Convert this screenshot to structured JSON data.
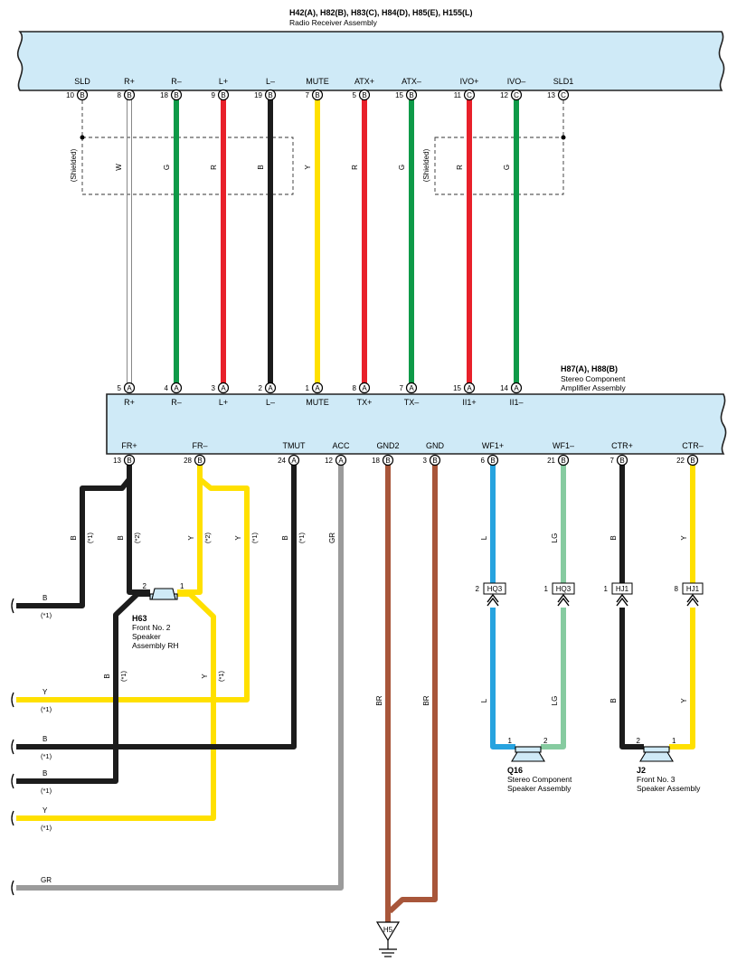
{
  "radio": {
    "title": "H42(A), H82(B), H83(C), H84(D), H85(E), H155(L)",
    "subtitle": "Radio Receiver Assembly",
    "terms": [
      {
        "label": "SLD",
        "pin": "10",
        "conn": "B"
      },
      {
        "label": "R+",
        "pin": "8",
        "conn": "B"
      },
      {
        "label": "R–",
        "pin": "18",
        "conn": "B"
      },
      {
        "label": "L+",
        "pin": "9",
        "conn": "B"
      },
      {
        "label": "L–",
        "pin": "19",
        "conn": "B"
      },
      {
        "label": "MUTE",
        "pin": "7",
        "conn": "B"
      },
      {
        "label": "ATX+",
        "pin": "5",
        "conn": "B"
      },
      {
        "label": "ATX–",
        "pin": "15",
        "conn": "B"
      },
      {
        "label": "IVO+",
        "pin": "11",
        "conn": "C"
      },
      {
        "label": "IVO–",
        "pin": "12",
        "conn": "C"
      },
      {
        "label": "SLD1",
        "pin": "13",
        "conn": "C"
      }
    ]
  },
  "amp": {
    "title": "H87(A), H88(B)",
    "subtitle1": "Stereo Component",
    "subtitle2": "Amplifier Assembly",
    "top_terms": [
      {
        "label": "R+",
        "pin": "5",
        "conn": "A"
      },
      {
        "label": "R–",
        "pin": "4",
        "conn": "A"
      },
      {
        "label": "L+",
        "pin": "3",
        "conn": "A"
      },
      {
        "label": "L–",
        "pin": "2",
        "conn": "A"
      },
      {
        "label": "MUTE",
        "pin": "1",
        "conn": "A"
      },
      {
        "label": "TX+",
        "pin": "8",
        "conn": "A"
      },
      {
        "label": "TX–",
        "pin": "7",
        "conn": "A"
      },
      {
        "label": "II1+",
        "pin": "15",
        "conn": "A"
      },
      {
        "label": "II1–",
        "pin": "14",
        "conn": "A"
      }
    ],
    "bottom_terms": [
      {
        "label": "FR+",
        "pin": "13",
        "conn": "B"
      },
      {
        "label": "FR–",
        "pin": "28",
        "conn": "B"
      },
      {
        "label": "TMUT",
        "pin": "24",
        "conn": "A"
      },
      {
        "label": "ACC",
        "pin": "12",
        "conn": "A"
      },
      {
        "label": "GND2",
        "pin": "18",
        "conn": "B"
      },
      {
        "label": "GND",
        "pin": "3",
        "conn": "B"
      },
      {
        "label": "WF1+",
        "pin": "6",
        "conn": "B"
      },
      {
        "label": "WF1–",
        "pin": "21",
        "conn": "B"
      },
      {
        "label": "CTR+",
        "pin": "7",
        "conn": "B"
      },
      {
        "label": "CTR–",
        "pin": "22",
        "conn": "B"
      }
    ]
  },
  "shielded": "(Shielded)",
  "upper_wire_colors": [
    "W",
    "G",
    "R",
    "B",
    "Y",
    "R",
    "G",
    "R",
    "G"
  ],
  "lower_wire_labels": {
    "fr_plus_a": "B",
    "fr_plus_a_note": "(*1)",
    "fr_plus_b": "B",
    "fr_plus_b_note": "(*2)",
    "fr_minus_a": "Y",
    "fr_minus_a_note": "(*2)",
    "fr_minus_b": "Y",
    "fr_minus_b_note": "(*1)",
    "tmut": "B",
    "tmut_note": "(*1)",
    "acc": "GR",
    "gnd2": "BR",
    "gnd": "BR",
    "wf1p_top": "L",
    "wf1m_top": "LG",
    "ctrp_top": "B",
    "ctrm_top": "Y",
    "wf1p_bot": "L",
    "wf1m_bot": "LG",
    "ctrp_bot": "B",
    "ctrm_bot": "Y",
    "h63_left": "B",
    "h63_left_note": "(*1)",
    "h63_right": "Y",
    "h63_right_note": "(*1)"
  },
  "connectors": [
    {
      "pin": "2",
      "name": "HQ3"
    },
    {
      "pin": "1",
      "name": "HQ3"
    },
    {
      "pin": "1",
      "name": "HJ1"
    },
    {
      "pin": "8",
      "name": "HJ1"
    }
  ],
  "h63": {
    "id": "H63",
    "line1": "Front No. 2",
    "line2": "Speaker",
    "line3": "Assembly RH",
    "pin_left": "2",
    "pin_right": "1"
  },
  "q16": {
    "id": "Q16",
    "line1": "Stereo Component",
    "line2": "Speaker Assembly",
    "pin_left": "1",
    "pin_right": "2"
  },
  "j2": {
    "id": "J2",
    "line1": "Front No. 3",
    "line2": "Speaker Assembly",
    "pin_left": "2",
    "pin_right": "1"
  },
  "ground": "H5",
  "left_wires": [
    {
      "color": "B",
      "note": "(*1)"
    },
    {
      "color": "Y",
      "note": "(*1)"
    },
    {
      "color": "B",
      "note": "(*1)"
    },
    {
      "color": "B",
      "note": "(*1)"
    },
    {
      "color": "Y",
      "note": "(*1)"
    },
    {
      "color": "GR",
      "note": ""
    }
  ],
  "colors": {
    "body_fill": "#cfeaf7",
    "green": "#0e9a48",
    "red": "#e8202a",
    "black": "#1c1c1c",
    "yellow": "#ffe000",
    "blue": "#27a3df",
    "light_green": "#86cba0",
    "gray": "#9b9b9b",
    "brown": "#a8563a",
    "white_wire": "#ffffff"
  }
}
